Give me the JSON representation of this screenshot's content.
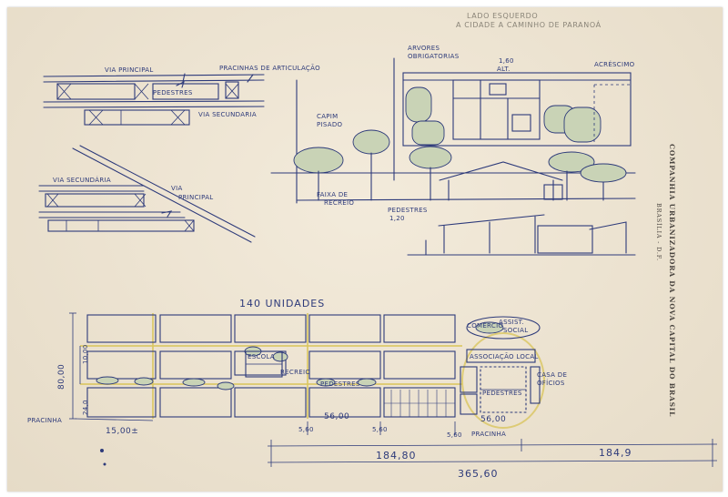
{
  "pencil_note": {
    "line1": "LADO ESQUERDO",
    "line2": "A CIDADE A CAMINHO DE PARANOÁ"
  },
  "stamp": {
    "company": "COMPANHIA URBANIZADORA DA NOVA CAPITAL DO BRASIL",
    "city": "BRASÍLIA - D.F."
  },
  "plan_top_left": {
    "via_principal": "VIA PRINCIPAL",
    "pracinhas": "PRACINHAS DE ARTICULAÇÃO",
    "pedestres": "PEDESTRES",
    "via_secundaria": "VIA SECUNDARIA"
  },
  "plan_diagonal": {
    "via_secundaria": "VIA SECUNDÁRIA",
    "via": "VIA",
    "principal": "PRINCIPAL"
  },
  "house_plan": {
    "arvores": "ARVORES",
    "obrigatorias": "OBRIGATORIAS",
    "height": "1,60",
    "alt": "ALT.",
    "acrescimo": "ACRÉSCIMO"
  },
  "section": {
    "capim": "CAPIM",
    "pisado": "PISADO",
    "faixa1": "FAIXA DE",
    "faixa2": "RECREIO",
    "pedestres": "PEDESTRES",
    "width": "1,20"
  },
  "site_plan": {
    "units": "140 UNIDADES",
    "escola": "ESCOLA",
    "recreio": "RECREIO",
    "pedestres": "PEDESTRES",
    "pedestres2": "PEDESTRES",
    "comercio": "COMÉRCIO",
    "assist": "ASSIST.",
    "social": "SOCIAL",
    "associacao": "ASSOCIAÇÃO LOCAL",
    "casa1": "CASA DE",
    "casa2": "OFÍCIOS",
    "pracinha_left": "PRACINHA",
    "pracinha_bottom": "PRACINHA"
  },
  "dimensions": {
    "d80": "80,00",
    "d10": "10,00",
    "d24": "24,0",
    "d1500": "15,00±",
    "d560a": "5,60",
    "d5600a": "56,00",
    "d560b": "5,60",
    "d5600b": "56,00",
    "d560c": "5,60",
    "d18480": "184,80",
    "d1849": "184,9",
    "d36560": "365,60"
  }
}
